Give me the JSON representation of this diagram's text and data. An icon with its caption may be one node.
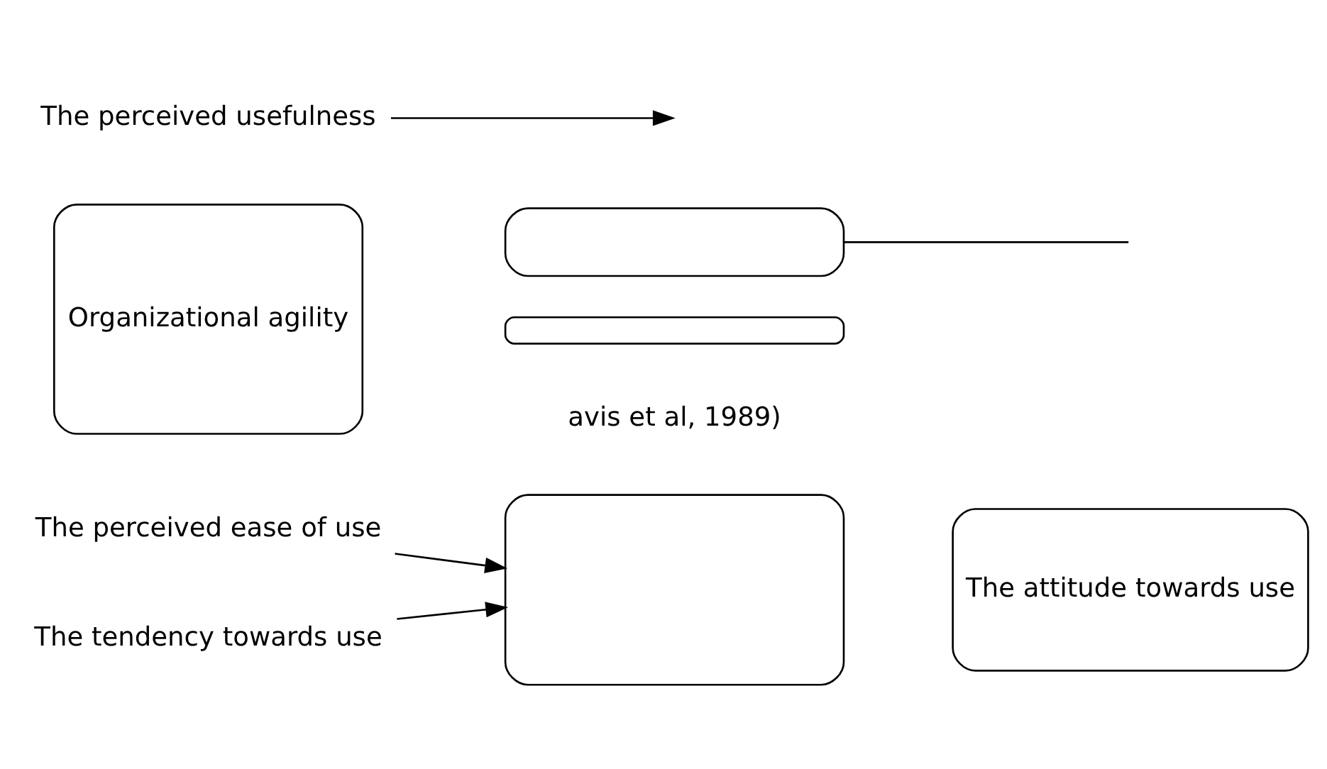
{
  "diagram": {
    "nodes": [
      {
        "text": [
          "Organizational agility"
        ]
      },
      {
        "text": [],
        "shape": "box"
      },
      {
        "text": [],
        "shape": "box"
      },
      {
        "text": [],
        "shape": "box"
      },
      {
        "text": [
          "The attitude towards use"
        ]
      },
      {
        "text": [
          "The perceived usefulness"
        ]
      },
      {
        "text": [
          "The perceived ease of use"
        ]
      },
      {
        "text": [
          "The tendency towards use"
        ]
      }
    ],
    "edges": [
      {
        "from": 1,
        "to": null,
        "arrow": "none"
      },
      {
        "from": 5,
        "to": null,
        "arrow": "to"
      },
      {
        "from": 6,
        "to": 3,
        "arrow": "to"
      },
      {
        "from": 7,
        "to": 3,
        "arrow": "to"
      }
    ],
    "labels": [
      "avis et al, 1989)"
    ]
  }
}
